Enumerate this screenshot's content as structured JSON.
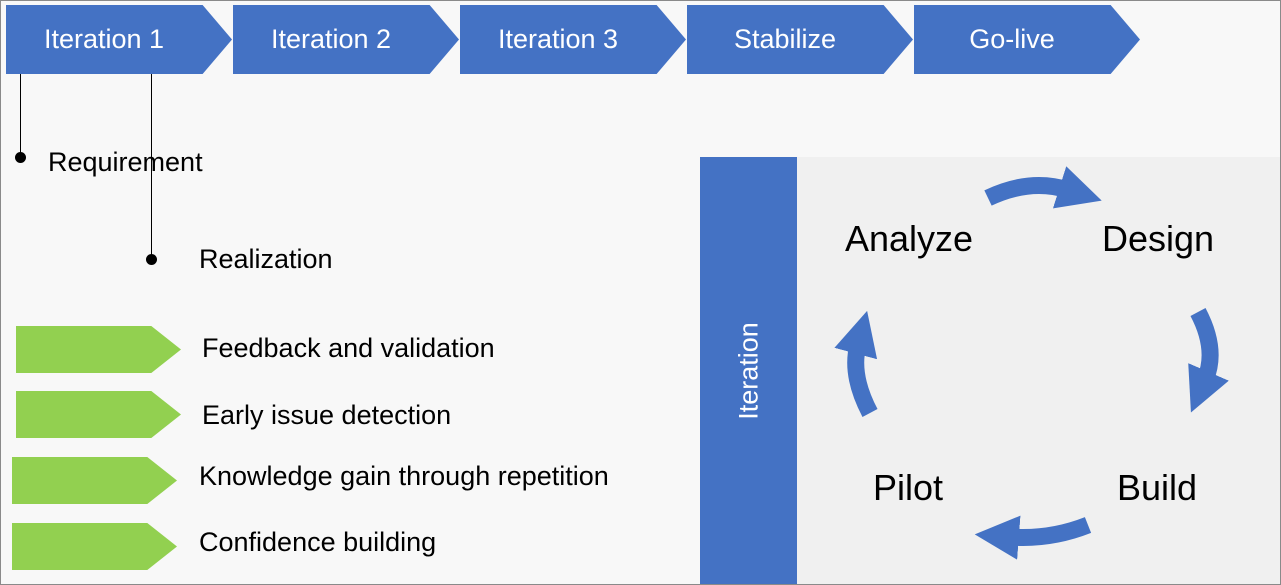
{
  "timeline": {
    "steps": [
      "Iteration 1",
      "Iteration 2",
      "Iteration 3",
      "Stabilize",
      "Go-live"
    ],
    "color": "#4472c4"
  },
  "callouts": {
    "requirement": "Requirement",
    "realization": "Realization"
  },
  "benefits": {
    "items": [
      "Feedback and validation",
      "Early issue detection",
      "Knowledge gain through repetition",
      "Confidence building"
    ],
    "color": "#92d050"
  },
  "cycle": {
    "bar_label": "Iteration",
    "phases": {
      "analyze": "Analyze",
      "design": "Design",
      "build": "Build",
      "pilot": "Pilot"
    },
    "arrow_color": "#4472c4"
  }
}
